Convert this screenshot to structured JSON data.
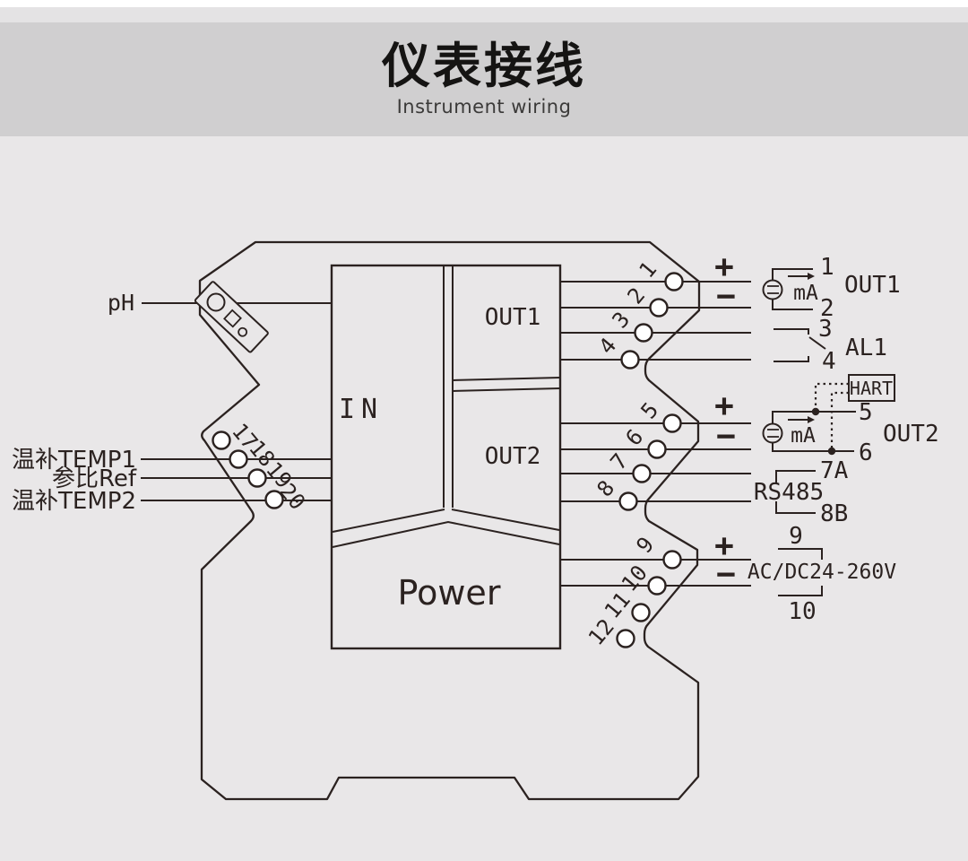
{
  "header": {
    "title": "仪表接线",
    "subtitle": "Instrument wiring"
  },
  "diagram": {
    "inputs": {
      "ph": "pH",
      "temp1": "温补TEMP1",
      "ref": "参比Ref",
      "temp2": "温补TEMP2"
    },
    "blocks": {
      "input": "IN",
      "out1": "OUT1",
      "out2": "OUT2",
      "power": "Power"
    },
    "left_terminals": [
      "17",
      "18",
      "19",
      "20"
    ],
    "right_terminals": [
      "1",
      "2",
      "3",
      "4",
      "5",
      "6",
      "7",
      "8",
      "9",
      "10",
      "11",
      "12"
    ],
    "circuits": {
      "out1": {
        "plus": "+",
        "minus": "−",
        "meter": "mA",
        "terminal_top": "1",
        "terminal_bottom": "2",
        "label": "OUT1"
      },
      "al1": {
        "terminal_top": "3",
        "terminal_bottom": "4",
        "label": "AL1"
      },
      "out2": {
        "plus": "+",
        "minus": "−",
        "meter": "mA",
        "terminal_top": "5",
        "terminal_bottom": "6",
        "label": "OUT2",
        "hart": "HART"
      },
      "rs485": {
        "terminal_top": "7A",
        "terminal_bottom": "8B",
        "label": "RS485"
      },
      "power": {
        "plus": "+",
        "minus": "−",
        "terminal_top": "9",
        "terminal_bottom": "10",
        "label": "AC/DC24-260V"
      }
    }
  },
  "colors": {
    "line": "#2b2220",
    "title_band": "#d0cfd0",
    "body_background": "#e9e7e8",
    "terminal_fill": "#ffffff"
  }
}
